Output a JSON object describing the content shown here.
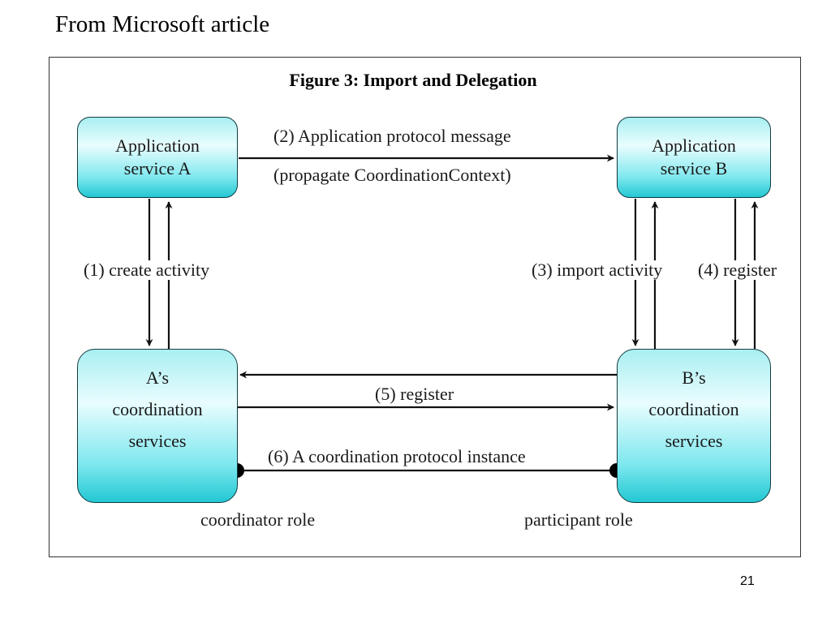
{
  "slide": {
    "header": "From Microsoft article",
    "page_number": "21"
  },
  "figure": {
    "title": "Figure 3: Import and Delegation",
    "boxes": {
      "app_a": [
        "Application",
        "service A"
      ],
      "app_b": [
        "Application",
        "service B"
      ],
      "coord_a": [
        "A’s",
        "coordination",
        "services"
      ],
      "coord_b": [
        "B’s",
        "coordination",
        "services"
      ]
    },
    "labels": {
      "msg_line1": "(2) Application protocol message",
      "msg_line2": "(propagate CoordinationContext)",
      "create_activity": "(1) create activity",
      "import_activity": "(3) import activity",
      "register_4": "(4) register",
      "register_5": "(5) register",
      "protocol_instance": "(6) A coordination protocol instance",
      "coordinator_role": "coordinator role",
      "participant_role": "participant role"
    }
  }
}
